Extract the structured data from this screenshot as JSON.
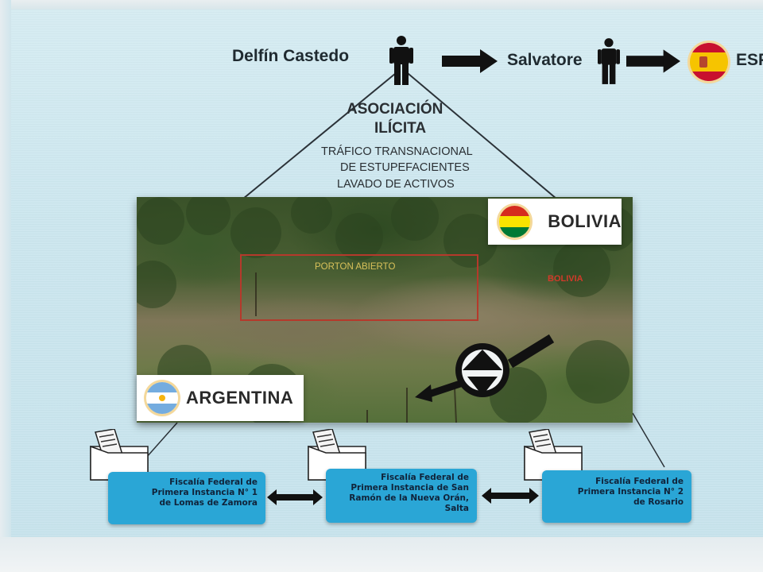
{
  "header": {
    "person1": "Delfín Castedo",
    "person2": "Salvatore",
    "destination": "ESP"
  },
  "triangle": {
    "title_line1": "ASOCIACIÓN",
    "title_line2": "ILÍCITA",
    "crime_line1": "TRÁFICO TRANSNACIONAL",
    "crime_line2": "DE ESTUPEFACIENTES",
    "crime_line3": "LAVADO DE ACTIVOS"
  },
  "photo": {
    "box_label": "PORTON ABIERTO",
    "side_label": "BOLIVIA"
  },
  "countries": {
    "top": "BOLIVIA",
    "bottom": "ARGENTINA"
  },
  "fiscalias": [
    {
      "lines": [
        "Fiscalía Federal de",
        "Primera Instancia N° 1",
        "de Lomas de Zamora"
      ]
    },
    {
      "lines": [
        "Fiscalía Federal de",
        "Primera Instancia de San",
        "Ramón de la Nueva Orán,",
        "Salta"
      ]
    },
    {
      "lines": [
        "Fiscalía Federal de",
        "Primera Instancia N° 2",
        "de Rosario"
      ]
    }
  ],
  "colors": {
    "background": "#cfe8ef",
    "fiscalia_box": "#2aa6d6",
    "arrow": "#111111",
    "box_outline": "#b5392b",
    "photo_red_text": "#d23a2a"
  },
  "icons": [
    "person-icon",
    "arrow-right-icon",
    "spain-flag-icon",
    "bolivia-flag-icon",
    "argentina-flag-icon",
    "document-folder-icon",
    "double-arrow-icon",
    "rotation-arrow-icon"
  ]
}
